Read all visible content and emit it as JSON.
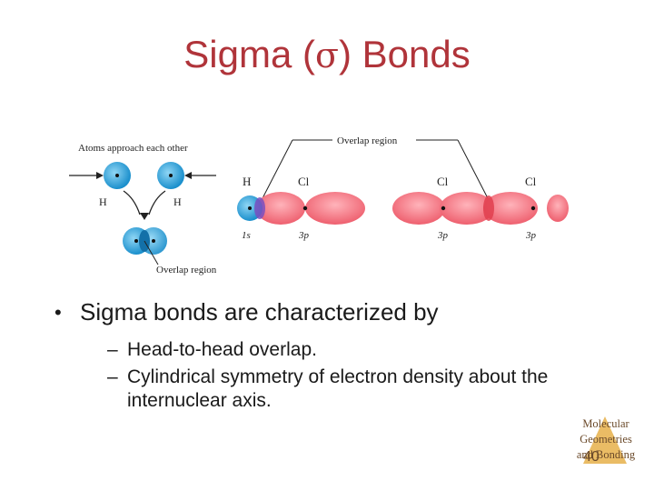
{
  "slide": {
    "title_before": "Sigma (",
    "title_symbol": "σ",
    "title_after": ") Bonds",
    "footer_line1": "Molecular",
    "footer_line2": "Geometries",
    "footer_line3": "and Bonding",
    "slide_number": "40"
  },
  "figure": {
    "approach_label": "Atoms approach each other",
    "h_left": "H",
    "h_right": "H",
    "overlap_label_left": "Overlap region",
    "overlap_label_top": "Overlap region",
    "hcl_h": "H",
    "hcl_cl": "Cl",
    "cl2_cl_left": "Cl",
    "cl2_cl_right": "Cl",
    "orb_1s": "1s",
    "orb_3p_a": "3p",
    "orb_3p_b": "3p",
    "orb_3p_c": "3p"
  },
  "content": {
    "bullet_main": "Sigma bonds are characterized by",
    "sub_items": [
      "Head-to-head overlap.",
      "Cylindrical symmetry of electron density about the internuclear axis."
    ]
  },
  "colors": {
    "title": "#b0343a",
    "s_orbital": "#2aa3dc",
    "p_orbital": "#f0737f",
    "footer_triangle": "#e6b04a"
  }
}
